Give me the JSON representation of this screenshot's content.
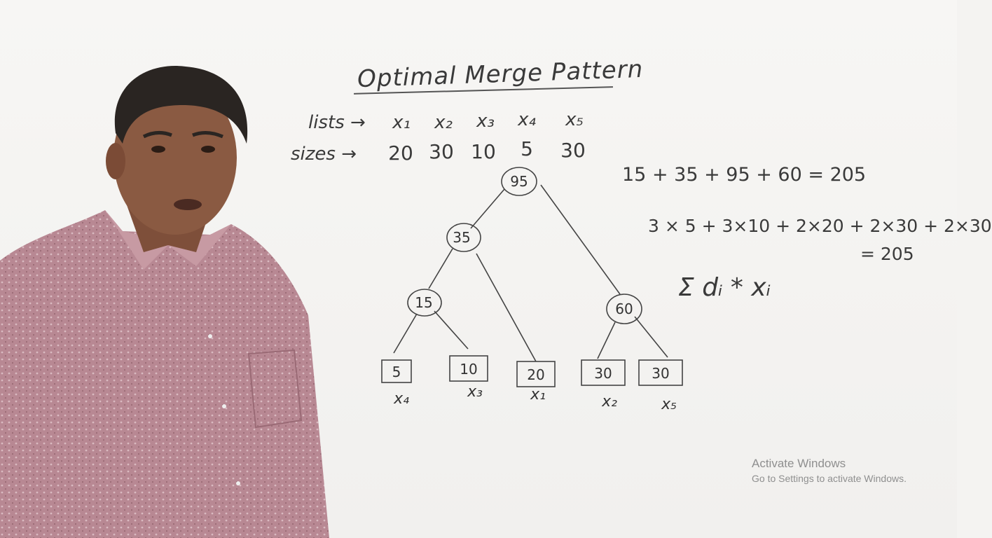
{
  "board": {
    "title": "Optimal Merge Pattern",
    "lists_label": "lists →",
    "sizes_label": "sizes →",
    "lists": [
      "x₁",
      "x₂",
      "x₃",
      "x₄",
      "x₅"
    ],
    "sizes": [
      "20",
      "30",
      "10",
      "5",
      "30"
    ],
    "equation_sum": "15 + 35 + 95 + 60 = 205",
    "equation_weighted": "3 × 5 + 3×10 + 2×20 + 2×30 + 2×30",
    "equation_weighted_result": "= 205",
    "formula": "Σ dᵢ * xᵢ"
  },
  "tree": {
    "internal_nodes": [
      "95",
      "35",
      "15",
      "60"
    ],
    "leaves": [
      {
        "value": "5",
        "label": "x₄"
      },
      {
        "value": "10",
        "label": "x₃"
      },
      {
        "value": "20",
        "label": "x₁"
      },
      {
        "value": "30",
        "label": "x₂"
      },
      {
        "value": "30",
        "label": "x₅"
      }
    ]
  },
  "watermark": {
    "title": "Activate Windows",
    "subtitle": "Go to Settings to activate Windows."
  },
  "colors": {
    "ink": "#3a3a3a",
    "shirt": "#b98a93",
    "skin": "#8a5a42",
    "hair": "#2a2522"
  }
}
